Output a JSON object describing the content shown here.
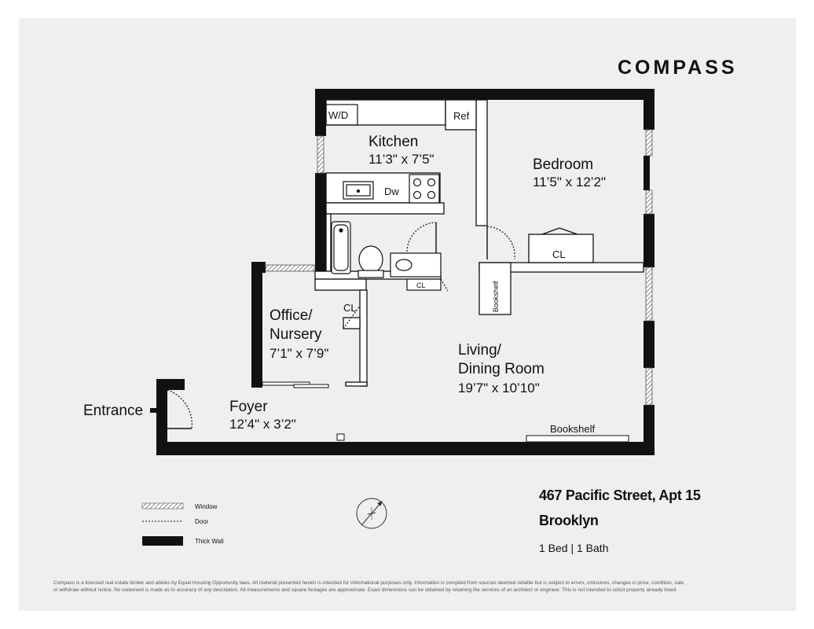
{
  "brand": {
    "logo": "COMPASS"
  },
  "rooms": {
    "kitchen": {
      "name": "Kitchen",
      "dims": "11’3\" x 7’5\""
    },
    "bedroom": {
      "name": "Bedroom",
      "dims": "11’5\" x 12’2\""
    },
    "office": {
      "name_line1": "Office/",
      "name_line2": "Nursery",
      "dims": "7’1\" x 7’9\""
    },
    "living": {
      "name_line1": "Living/",
      "name_line2": "Dining Room",
      "dims": "19’7\" x 10’10\""
    },
    "foyer": {
      "name": "Foyer",
      "dims": "12’4\" x 3’2\""
    }
  },
  "fixtures": {
    "wd": "W/D",
    "ref": "Ref",
    "dw": "Dw",
    "cl_bedroom": "CL",
    "cl_office": "CL",
    "cl_bath": "CL",
    "bookshelf_vertical": "Bookshelf",
    "bookshelf_bottom": "Bookshelf"
  },
  "entrance": {
    "label": "Entrance"
  },
  "legend": {
    "window": "Window",
    "door": "Door",
    "thick_wall": "Thick Wall"
  },
  "listing": {
    "address_line1": "467 Pacific Street, Apt 15",
    "address_line2": "Brooklyn",
    "summary": "1 Bed | 1 Bath"
  },
  "disclaimer": {
    "line1": "Compass is a licensed real estate broker and abides by Equal Housing Opportunity laws. All material presented herein is intended for informational purposes only. Information is compiled from sources deemed reliable but is subject to errors, omissions, changes in price, condition, sale,",
    "line2": "or withdraw without notice. No statement is made as to accuracy of any description. All measurements and square footages are approximate. Exact dimensions can be obtained by retaining the services of an architect or engineer. This is not intended to solicit property already listed."
  },
  "colors": {
    "wall": "#111111",
    "sheet": "#efefef",
    "window": "#888888"
  }
}
